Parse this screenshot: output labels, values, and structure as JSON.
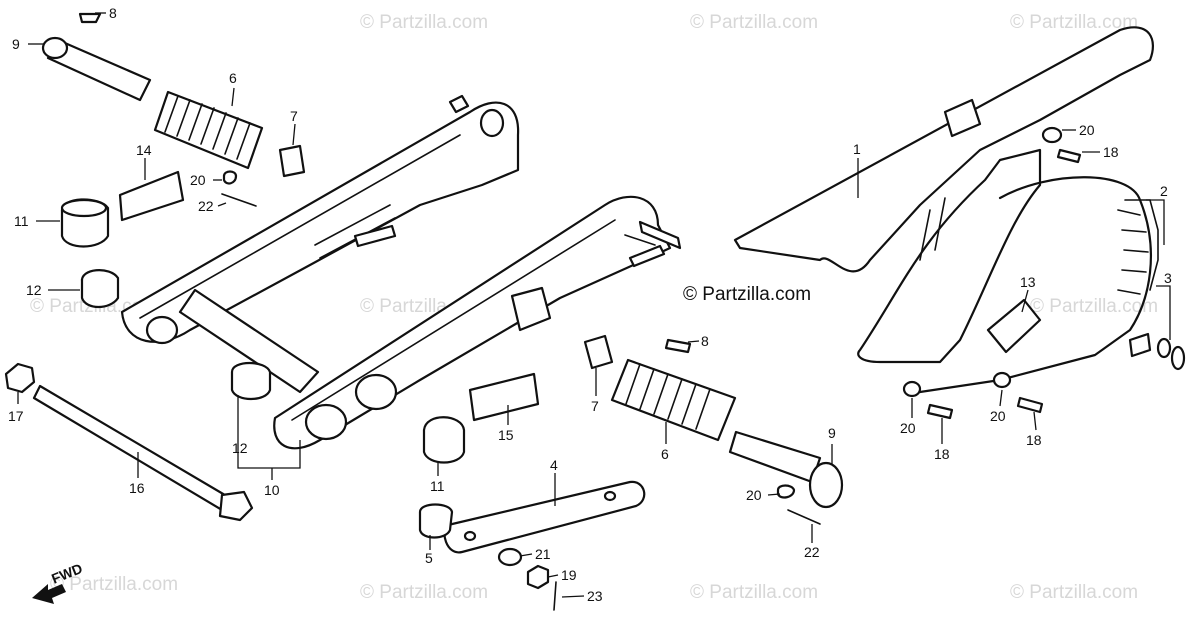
{
  "diagram": {
    "watermark": "© Partzilla.com",
    "fwd_label": "FWD",
    "callouts": [
      "1",
      "2",
      "3",
      "4",
      "5",
      "6",
      "7",
      "8",
      "9",
      "10",
      "11",
      "12",
      "13",
      "14",
      "15",
      "16",
      "17",
      "18",
      "19",
      "20",
      "21",
      "22",
      "23"
    ]
  }
}
